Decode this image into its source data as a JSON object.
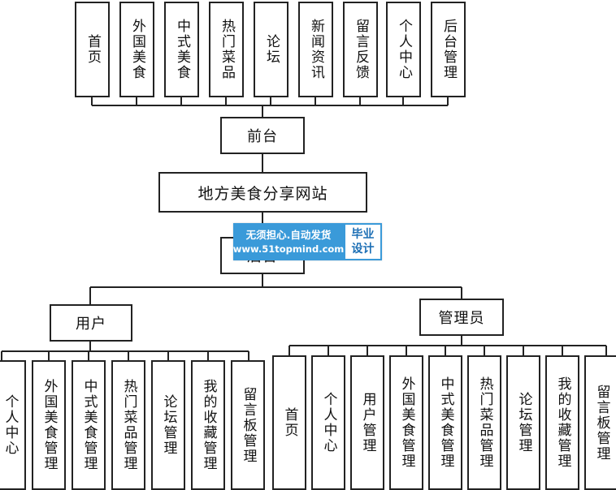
{
  "diagram": {
    "front_modules": [
      "首页",
      "外国美食",
      "中式美食",
      "热门菜品",
      "论坛",
      "新闻资讯",
      "留言反馈",
      "个人中心",
      "后台管理"
    ],
    "front_label": "前台",
    "root_label": "地方美食分享网站",
    "back_label": "后台",
    "user_label": "用户",
    "admin_label": "管理员",
    "user_modules": [
      "个人中心",
      "外国美食管理",
      "中式美食管理",
      "热门菜品管理",
      "论坛管理",
      "我的收藏管理",
      "留言板管理"
    ],
    "admin_modules": [
      "首页",
      "个人中心",
      "用户管理",
      "外国美食管理",
      "中式美食管理",
      "热门菜品管理",
      "论坛管理",
      "我的收藏管理",
      "留言板管理"
    ]
  },
  "watermark": {
    "line1": "无须担心.自动发货",
    "line2": "www.51topmind.com",
    "badge_line1": "毕业",
    "badge_line2": "设计",
    "accent_color": "#3a9ad9"
  }
}
